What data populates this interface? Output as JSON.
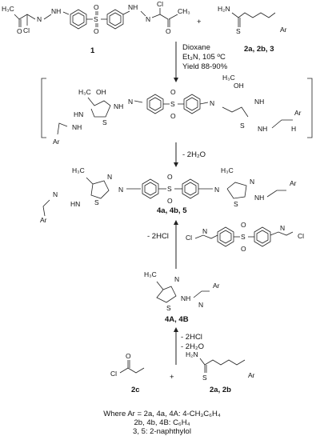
{
  "top_row": {
    "compound1_label": "1",
    "reagent_label": "2a, 2b, 3",
    "plus": "+"
  },
  "step1": {
    "solvent": "Dioxane",
    "base": "Et₃N, 105 ºC",
    "yield": "Yield 88-90%"
  },
  "step2": {
    "loss": "- 2H₂O"
  },
  "product_row": {
    "label": "4a, 4b, 5"
  },
  "step3": {
    "loss": "- 2HCl"
  },
  "intermediate": {
    "label": "4A, 4B"
  },
  "step4": {
    "loss1": "- 2HCl",
    "loss2": "- 2H₂O"
  },
  "bottom_row": {
    "left_label": "2c",
    "right_label": "2a, 2b",
    "plus": "+"
  },
  "atoms": {
    "cl": "Cl",
    "o": "O",
    "s": "S",
    "n": "N",
    "nh": "NH",
    "hn": "HN",
    "h": "H",
    "ar": "Ar",
    "ch3": "CH₃",
    "h3c": "H₃C",
    "oh": "OH",
    "h2n": "H₂N",
    "h2o": "H₂O",
    "me": "CH₃"
  },
  "footnote": {
    "line1": "Where Ar = 2a, 4a, 4A: 4-CH₃C₆H₄",
    "line2": "2b, 4b, 4B: C₆H₄",
    "line3": "3, 5: 2-naphthylol"
  }
}
